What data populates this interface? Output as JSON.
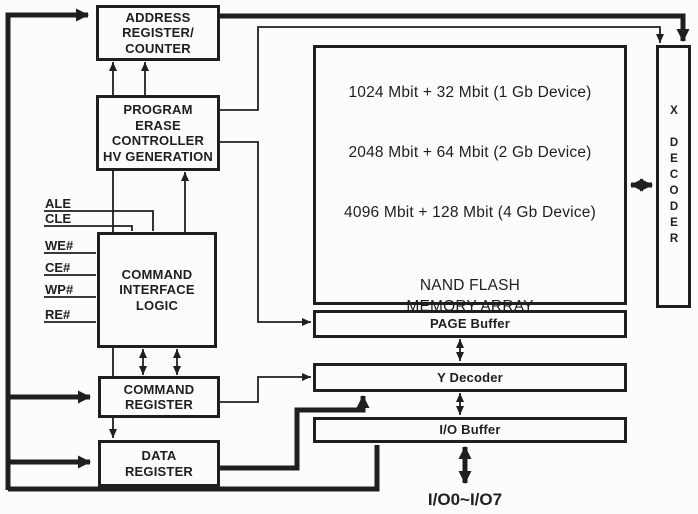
{
  "colors": {
    "line": "#1f1f1f",
    "background": "#fcfcfc"
  },
  "blocks": {
    "address_register": {
      "label": "ADDRESS\nREGISTER/\nCOUNTER"
    },
    "program_controller": {
      "label": "PROGRAM\nERASE\nCONTROLLER\nHV GENERATION"
    },
    "command_interface": {
      "label": "COMMAND\nINTERFACE\nLOGIC"
    },
    "command_register": {
      "label": "COMMAND\nREGISTER"
    },
    "data_register": {
      "label": "DATA\nREGISTER"
    },
    "memory_array": {
      "capacities": [
        "1024 Mbit + 32 Mbit (1 Gb Device)",
        "2048 Mbit + 64 Mbit (2 Gb Device)",
        "4096 Mbit + 128 Mbit (4 Gb Device)"
      ],
      "name": "NAND FLASH\nMEMORY ARRAY"
    },
    "page_buffer": {
      "label": "PAGE Buffer"
    },
    "y_decoder": {
      "label": "Y Decoder"
    },
    "io_buffer": {
      "label": "I/O Buffer"
    },
    "x_decoder": {
      "label": "X DECODER"
    }
  },
  "signals": {
    "labels": [
      "ALE",
      "CLE",
      "WE#",
      "CE#",
      "WP#",
      "RE#"
    ]
  },
  "io_bus_label": "I/O0~I/O7"
}
